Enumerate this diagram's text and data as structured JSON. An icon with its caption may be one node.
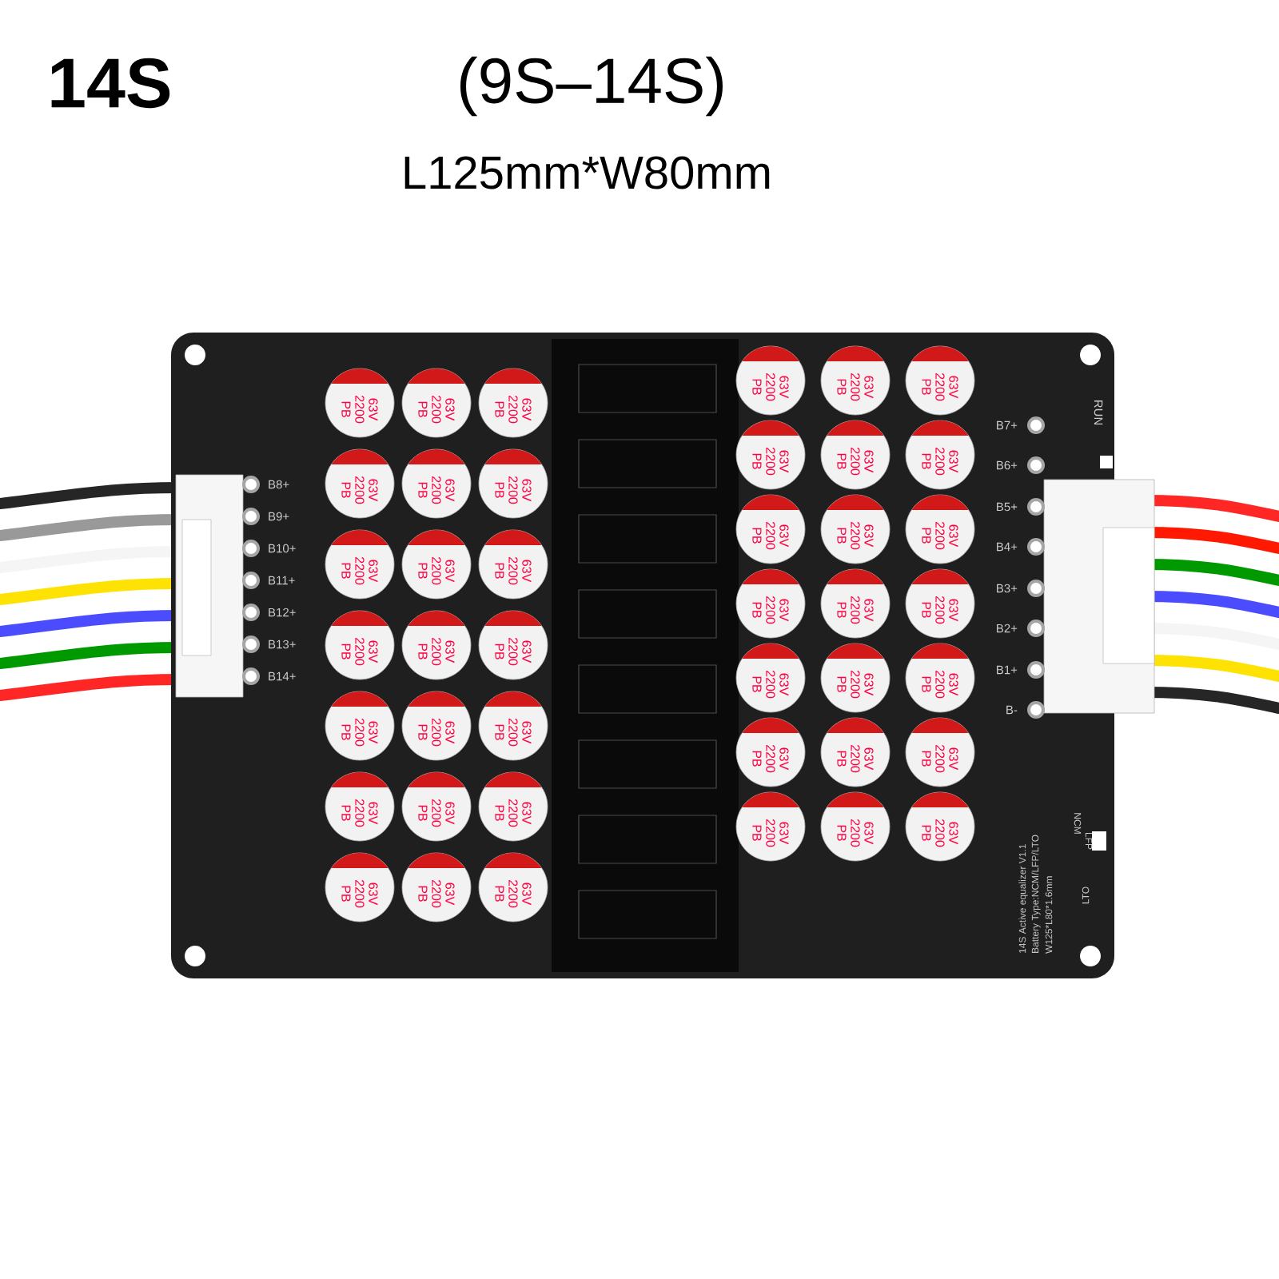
{
  "diagram": {
    "labels": [
      "14S",
      "(9S–14S)",
      "L125mm*W80mm",
      "B8+",
      "B9+",
      "B10+",
      "B11+",
      "B12+",
      "B13+",
      "B14+",
      "RUN",
      "B7+",
      "B6+",
      "B5+",
      "B4+",
      "B3+",
      "B2+",
      "B1+",
      "B-",
      "14S Active equalizer V1.1",
      "Battery Type:NCM/LFP/LTO",
      "W125*L80*1.6mm",
      "NCM",
      "LFP",
      "LTO",
      "63V 2200 PB",
      "63V 2200 PB",
      "63V 2200 PB",
      "63V 2200 PB",
      "63V 2200 PB",
      "63V 2200 PB",
      "63V 2200 PB",
      "63V 2200 PB",
      "63V 2200 PB",
      "63V 2200 PB",
      "63V 2200 PB",
      "63V 2200 PB",
      "63V 2200 PB",
      "63V 2200 PB",
      "63V 2200 PB",
      "63V 2200 PB",
      "63V 2200 PB",
      "63V 2200 PB",
      "63V 2200 PB",
      "63V 2200 PB",
      "63V 2200 PB",
      "63V 2200 PB",
      "63V 2200 PB",
      "63V 2200 PB",
      "63V 2200 PB",
      "63V 2200 PB",
      "63V 2200 PB",
      "63V 2200 PB",
      "63V 2200 PB",
      "63V 2200 PB",
      "63V 2200 PB",
      "63V 2200 PB",
      "63V 2200 PB",
      "63V 2200 PB",
      "63V 2200 PB",
      "63V 2200 PB",
      "63V 2200 PB",
      "63V 2200 PB",
      "63V 2200 PB",
      "63V 2200 PB",
      "63V 2200 PB",
      "63V 2200 PB"
    ]
  }
}
